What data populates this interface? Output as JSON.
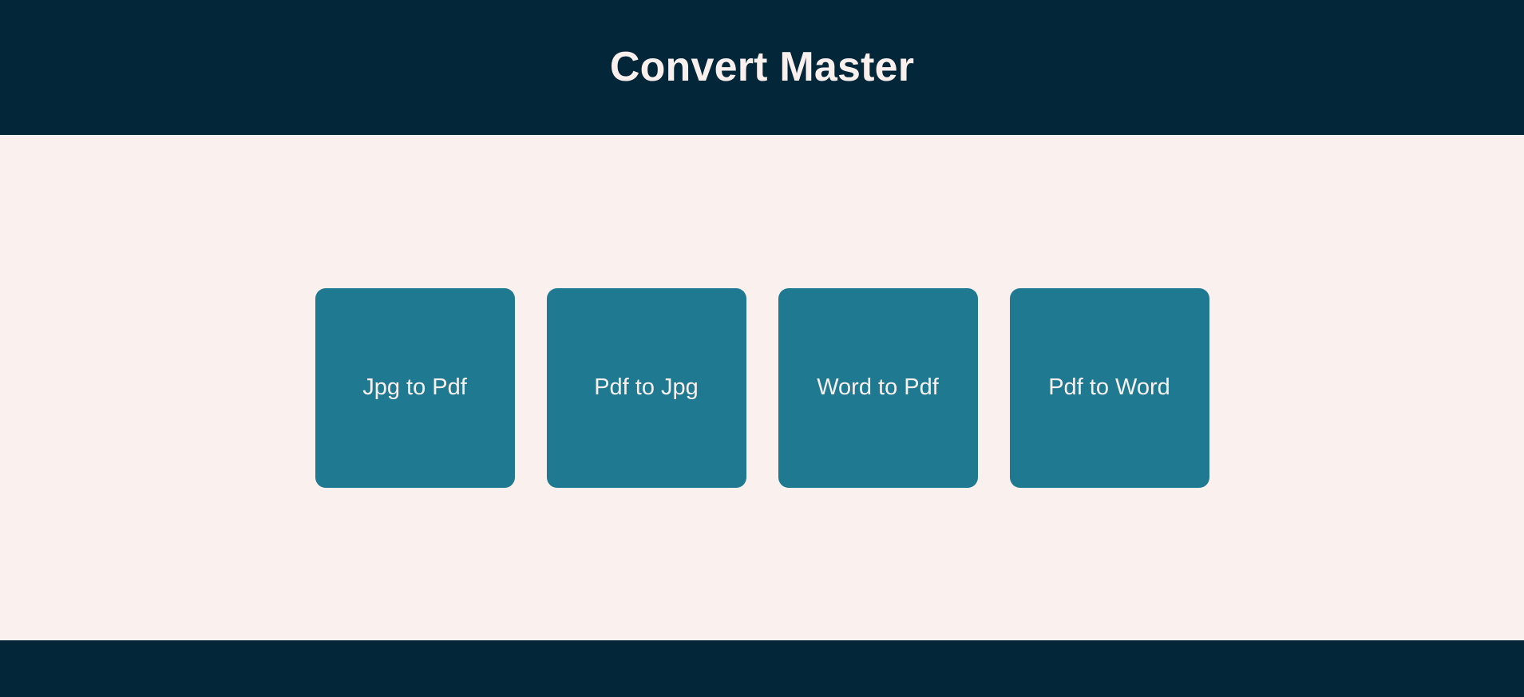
{
  "page": {
    "background_color": "#faf0ee",
    "accent_color": "#1f7a91",
    "brand_dark_color": "#042639",
    "text_light_color": "#f9f0ee"
  },
  "header": {
    "title": "Convert Master"
  },
  "main": {
    "buttons": [
      {
        "label": "Jpg to Pdf"
      },
      {
        "label": "Pdf to Jpg"
      },
      {
        "label": "Word to Pdf"
      },
      {
        "label": "Pdf to Word"
      }
    ]
  },
  "footer": {
    "text": ""
  }
}
